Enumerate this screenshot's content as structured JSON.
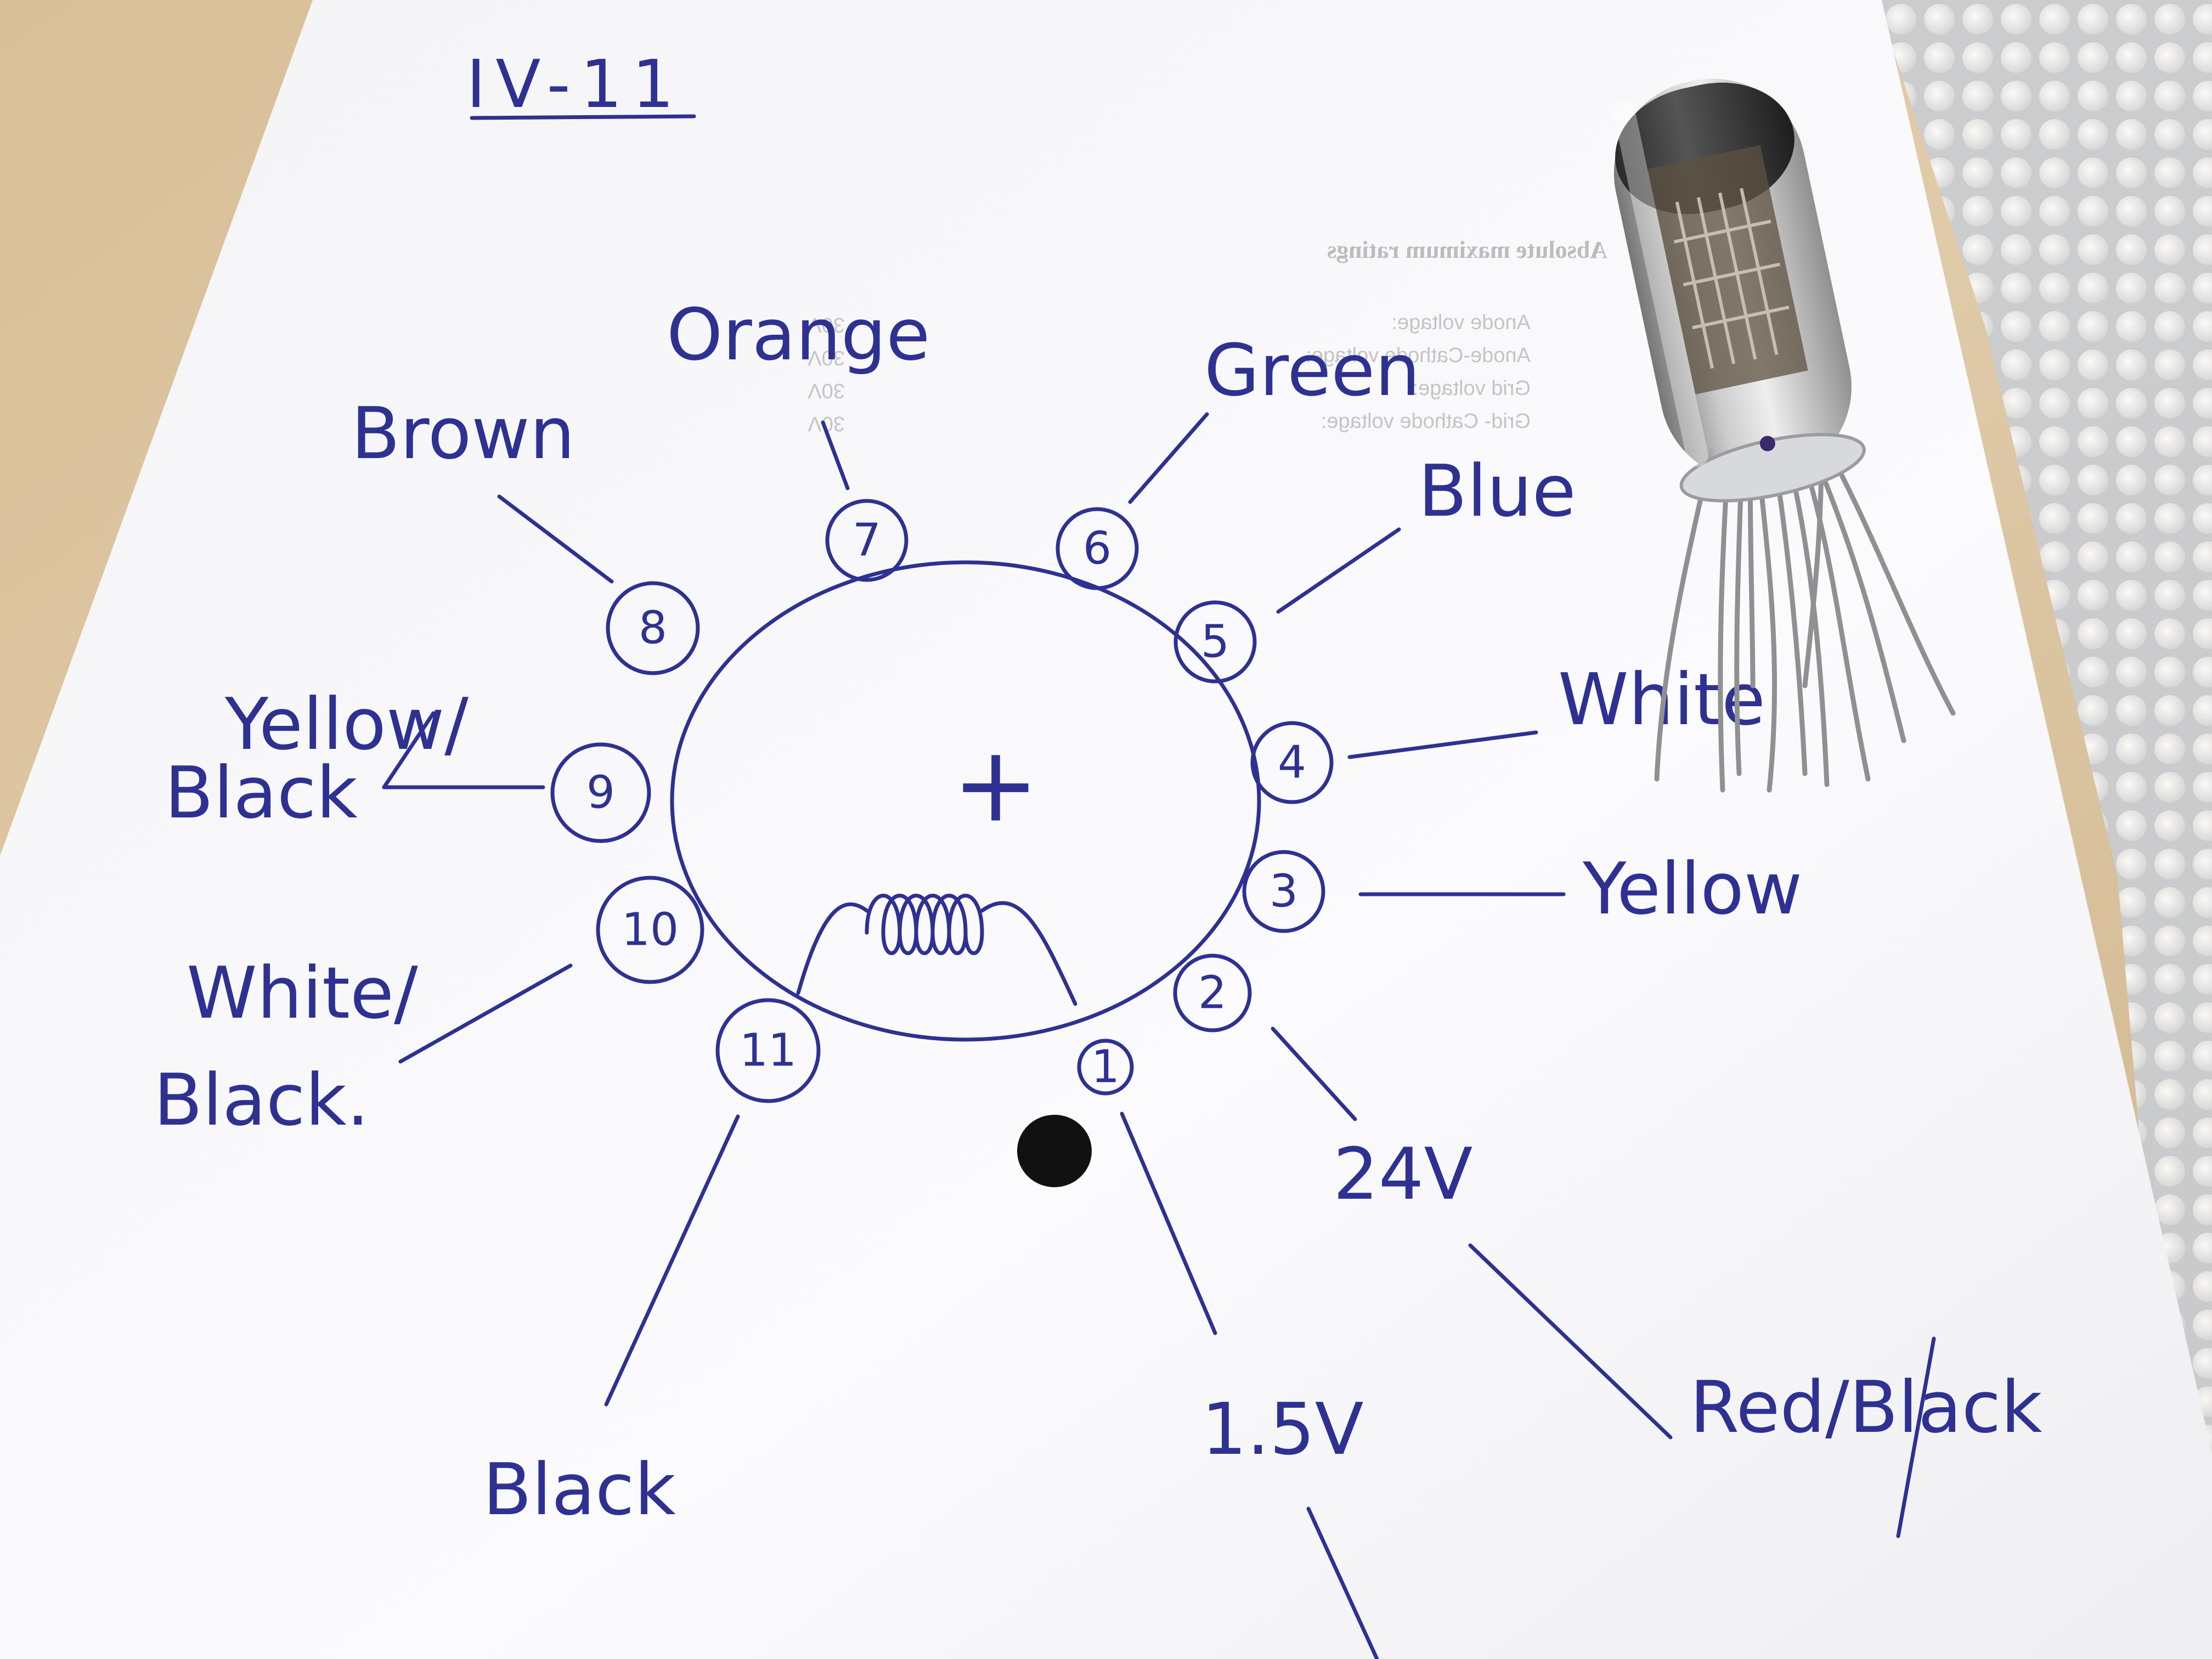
{
  "title": "IV-11",
  "center_symbol": "+",
  "pins": [
    {
      "id": "1",
      "label": ""
    },
    {
      "id": "2",
      "label": "24V"
    },
    {
      "id": "3",
      "label": "Yellow"
    },
    {
      "id": "4",
      "label": "White"
    },
    {
      "id": "5",
      "label": "Blue"
    },
    {
      "id": "6",
      "label": "Green"
    },
    {
      "id": "7",
      "label": "Orange"
    },
    {
      "id": "8",
      "label": "Brown"
    },
    {
      "id": "9",
      "label_line1": "Yellow/",
      "label_line2": "Black"
    },
    {
      "id": "10",
      "label_line1": "White/",
      "label_line2": "Black."
    },
    {
      "id": "11",
      "label": "Black"
    }
  ],
  "supply": {
    "pin1_label": "1.5V",
    "pin2_color": "Red/Black"
  },
  "background_print": {
    "heading": "Absolute maximum ratings",
    "lines": [
      {
        "name": "Anode voltage:",
        "value": "30V"
      },
      {
        "name": "Anode-Cathode voltage:",
        "value": "30V"
      },
      {
        "name": "Grid voltage:",
        "value": "30V"
      },
      {
        "name": "Grid- Cathode voltage:",
        "value": "30V"
      }
    ]
  },
  "colors": {
    "ink": "#2e3192",
    "paper": "#fbfbfc",
    "table": "#d9c3a1"
  }
}
